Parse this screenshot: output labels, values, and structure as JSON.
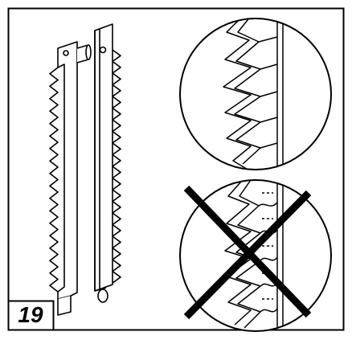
{
  "figure": {
    "number": "19",
    "colors": {
      "line": "#000000",
      "background": "#ffffff",
      "cross": "#000000"
    },
    "icons": [
      "gear-rack-left",
      "gear-rack-right",
      "detail-correct-mesh",
      "detail-incorrect-mesh",
      "cross-mark"
    ]
  }
}
